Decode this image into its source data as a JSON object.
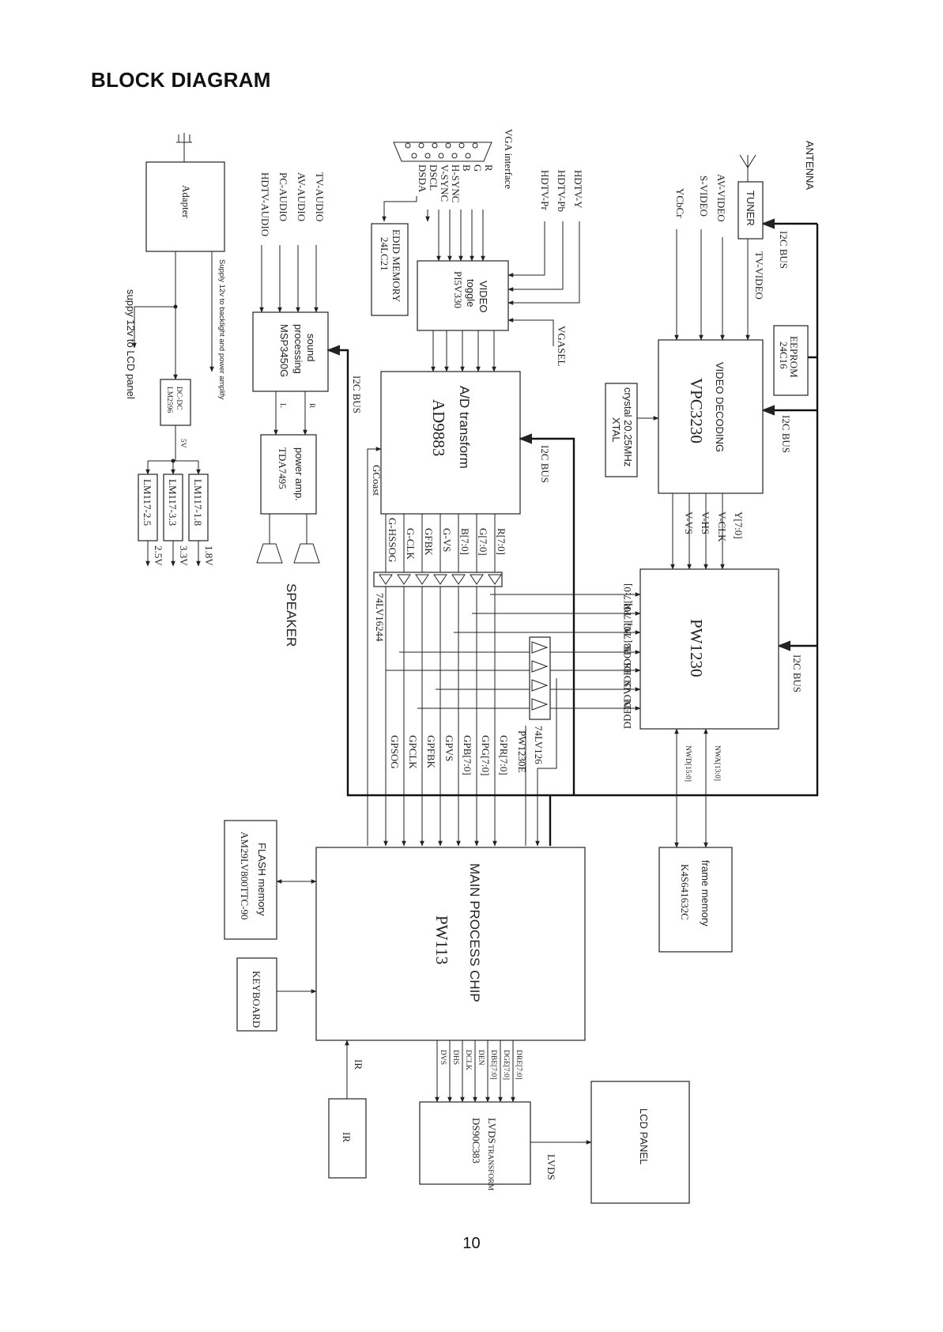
{
  "page": {
    "title": "BLOCK DIAGRAM",
    "number": "10"
  },
  "blocks": {
    "adapter": "Adapter",
    "dcdc": {
      "line1": "DC-DC",
      "line2": "LM2596"
    },
    "lm18": "LM117-1.8",
    "lm33": "LM117-3.3",
    "lm25": "LM117-2.5",
    "sound": {
      "line1": "sound",
      "line2": "processing",
      "line3": "MSP3450G"
    },
    "poweramp": {
      "line1": "power amp.",
      "line2": "TDA7495"
    },
    "edid": {
      "line1": "EDID MEMORY",
      "line2": "24LC21"
    },
    "videotoggle": {
      "line1": "VIDEO",
      "line2": "toggle",
      "line3": "PI5V330"
    },
    "ad": {
      "line1": "A/D transform",
      "line2": "AD9883"
    },
    "tuner": "TUNER",
    "eeprom": {
      "line1": "EEPROM",
      "line2": "24C16"
    },
    "crystal": {
      "line1": "crystal 20.25MHz",
      "line2": "XTAL"
    },
    "vpc": {
      "line1": "VIDEO DECODING",
      "line2": "VPC3230"
    },
    "pw1230": "PW1230",
    "flash": {
      "line1": "FLASH memory",
      "line2": "AM29LV800TTC-90"
    },
    "keyboard": "KEYBOARD",
    "mainchip": {
      "line1": "MAIN PROCESS CHIP",
      "line2": "PW113"
    },
    "framemem": {
      "line1": "frame memory",
      "line2": "K4S641632C"
    },
    "ir": "IR",
    "lvds": {
      "line1": "LVDS",
      "line1b": "TRANSFORM",
      "line2": "DS90C383"
    },
    "lcd": "LCD PANEL"
  },
  "labels": {
    "vga_interface": "VGA interface",
    "antenna": "ANTENNA",
    "speaker": "SPEAKER",
    "supply_backlight": "Supply 12v to backlight and power amplify",
    "supply_lcd": "suppy 12v to LCD panel",
    "v5": "5V",
    "v18": "1.8V",
    "v33": "3.3V",
    "v25": "2.5V",
    "audio_in": [
      "TV-AUDIO",
      "AV-AUDIO",
      "PC-AUDIO",
      "HDTV-AUDIO"
    ],
    "ch_r": "R",
    "ch_l": "L",
    "vga_pins": [
      "R",
      "G",
      "B",
      "H-SYNC",
      "V-SYNC",
      "DSCL",
      "DSDA"
    ],
    "hdtv_in": [
      "HDTV-Y",
      "HDTV-Pb",
      "HDTV-Pr"
    ],
    "vgasel": "VGASEL",
    "i2c_bus": "I2C BUS",
    "tv_video": "TV-VIDEO",
    "video_in": [
      "AV-VIDEO",
      "S-VIDEO",
      "YCbCr"
    ],
    "vpc_out": [
      "Y[7:0]",
      "V-CLK",
      "V-HS",
      "V-VS"
    ],
    "ad_out": [
      "R[7:0]",
      "G[7:0]",
      "B[7:0]",
      "G-VS",
      "GFBK",
      "G-CLK",
      "G-HSSOG"
    ],
    "gcoast": "GCoast",
    "buffer1": "74LV16244",
    "buffer2": "74LV126",
    "pw1230_in": [
      "PR[7:0]",
      "PG[7:0]",
      "PB[7:0]",
      "DDCK",
      "DDHS",
      "DDVS",
      "DDEN"
    ],
    "gp_sig": [
      "PW1230E",
      "GPR[7:0]",
      "GPG[7:0]",
      "GPB[7:0]",
      "GPVS",
      "GPFBK",
      "GPCLK",
      "GPSOG"
    ],
    "mem_bus": [
      "NWA[13:0]",
      "NWD[15:0]"
    ],
    "lvds_in": [
      "DRE[7:0]",
      "DGE[7:0]",
      "DBE[7:0]",
      "DEN",
      "DCLK",
      "DHS",
      "DVS"
    ],
    "ir_sig": "IR",
    "lvds_out": "LVDS"
  }
}
